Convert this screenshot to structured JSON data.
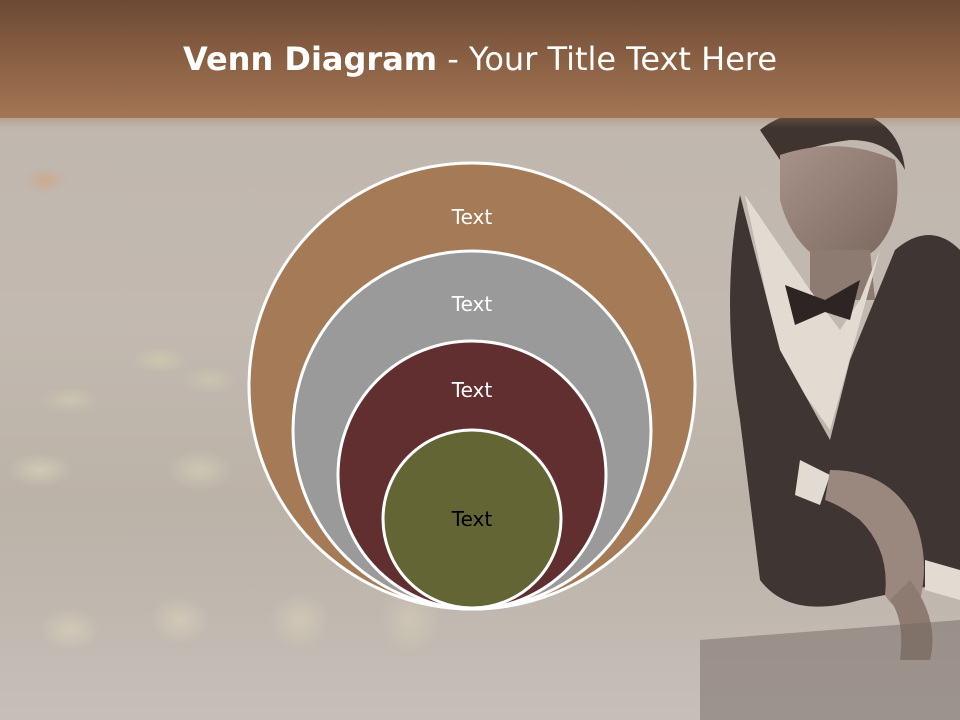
{
  "title": {
    "bold": "Venn Diagram",
    "rest": " - Your Title Text Here"
  },
  "diagram": {
    "circles": [
      {
        "label": "Text",
        "fill": "#a57a57",
        "label_color": "#ffffff"
      },
      {
        "label": "Text",
        "fill": "#9a9a9a",
        "label_color": "#ffffff"
      },
      {
        "label": "Text",
        "fill": "#622f30",
        "label_color": "#ffffff"
      },
      {
        "label": "Text",
        "fill": "#636634",
        "label_color": "#000000"
      }
    ],
    "ring_color": "#ffffff"
  },
  "colors": {
    "header": "#8a6044",
    "background": "#c9c2bd"
  }
}
